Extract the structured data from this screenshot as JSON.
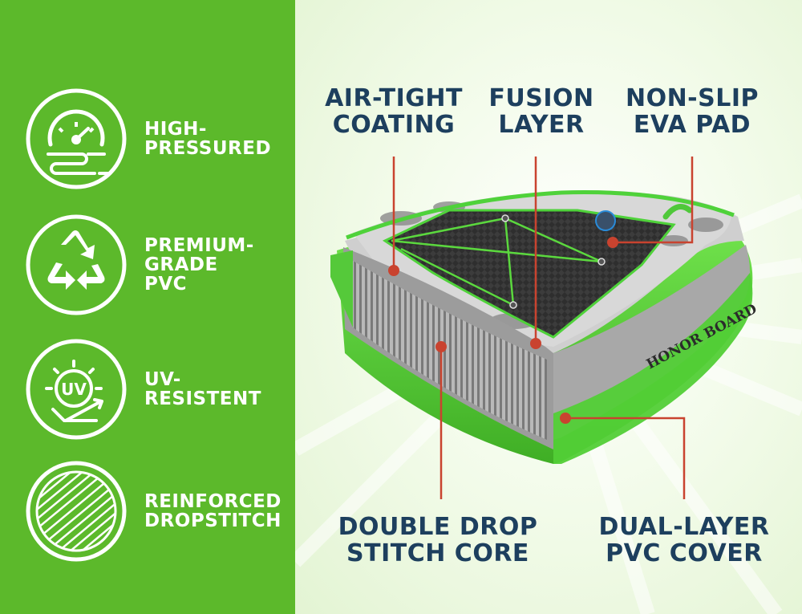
{
  "features": [
    {
      "label_line1": "HIGH-",
      "label_line2": "PRESSURED",
      "label_line3": "",
      "icon": "pressure-gauge-icon"
    },
    {
      "label_line1": "PREMIUM-",
      "label_line2": "GRADE",
      "label_line3": "PVC",
      "icon": "recycle-icon"
    },
    {
      "label_line1": "UV-",
      "label_line2": "RESISTENT",
      "label_line3": "",
      "icon": "uv-sun-icon"
    },
    {
      "label_line1": "REINFORCED",
      "label_line2": "DROPSTITCH",
      "label_line3": "",
      "icon": "dropstitch-lines-icon"
    }
  ],
  "uv_icon_text": "UV",
  "callouts": {
    "air_tight": {
      "line1": "AIR-TIGHT",
      "line2": "COATING"
    },
    "fusion": {
      "line1": "FUSION",
      "line2": "LAYER"
    },
    "non_slip": {
      "line1": "NON-SLIP",
      "line2": "EVA PAD"
    },
    "double_drop": {
      "line1": "DOUBLE DROP",
      "line2": "STITCH CORE"
    },
    "dual_layer": {
      "line1": "DUAL-LAYER",
      "line2": "PVC COVER"
    }
  },
  "brand_text": "HONOR BOARD",
  "colors": {
    "left_green": "#5cb92b",
    "board_green": "#55d63a",
    "heading_navy": "#1d3f5e",
    "pointer_red": "#c9432f"
  }
}
